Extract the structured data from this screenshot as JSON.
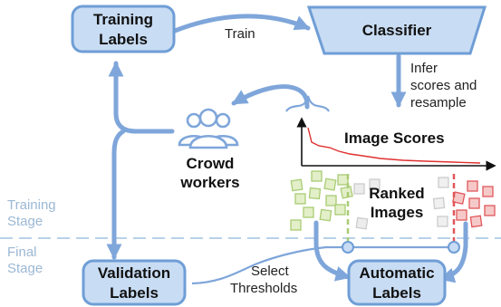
{
  "nodes": {
    "training_labels": [
      "Training",
      "Labels"
    ],
    "classifier": "Classifier",
    "crowd_workers": [
      "Crowd",
      "workers"
    ],
    "image_scores": "Image Scores",
    "ranked_images": [
      "Ranked",
      "Images"
    ],
    "validation_labels": [
      "Validation",
      "Labels"
    ],
    "automatic_labels": [
      "Automatic",
      "Labels"
    ]
  },
  "edges": {
    "train": "Train",
    "infer": [
      "Infer",
      "scores and",
      "resample"
    ],
    "select": [
      "Select",
      "Thresholds"
    ]
  },
  "stages": {
    "training": [
      "Training",
      "Stage"
    ],
    "final": [
      "Final",
      "Stage"
    ]
  },
  "colors": {
    "box_fill": "#c8dcf3",
    "box_stroke": "#6f9ed6",
    "arrow": "#7fa6da",
    "green": "#a9cc74",
    "red": "#e0575a",
    "gray": "#d9d9d9",
    "curve": "#e03030"
  }
}
